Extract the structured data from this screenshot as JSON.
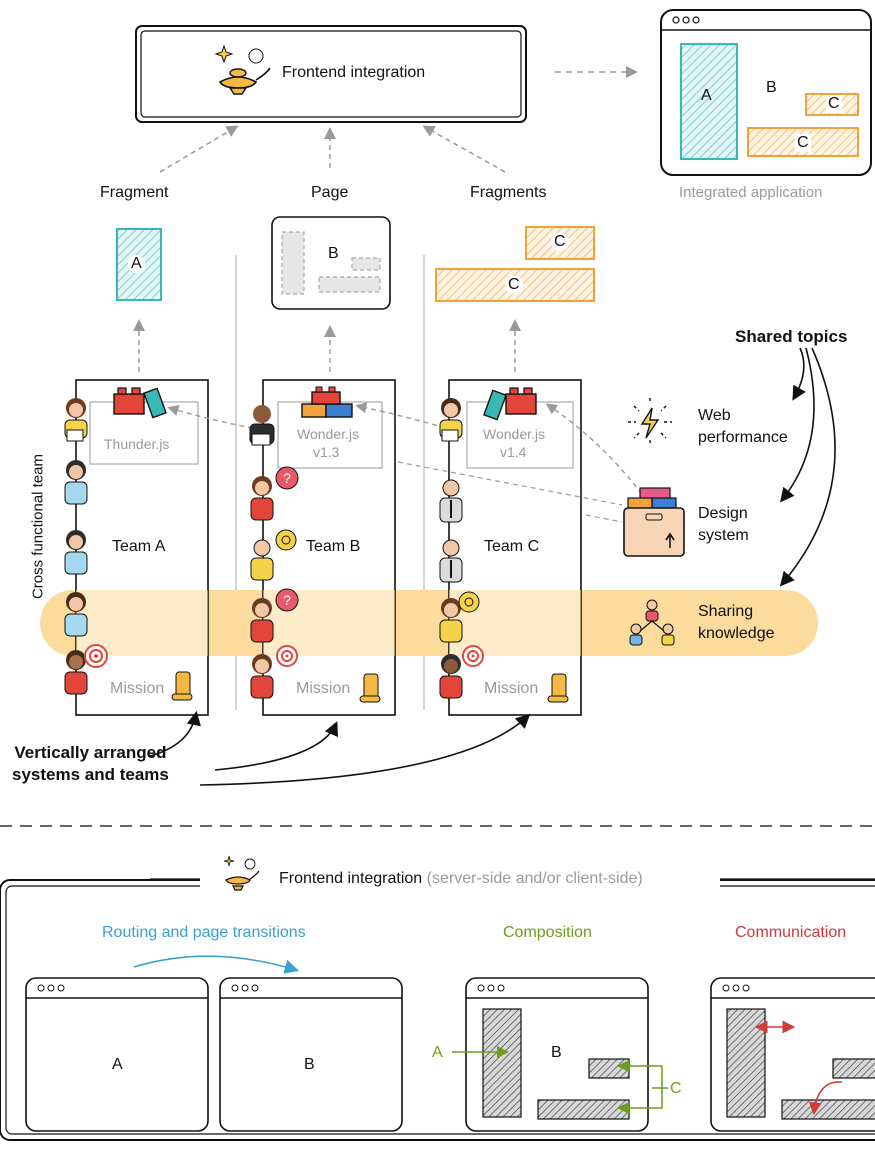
{
  "top": {
    "integration_title": "Frontend integration",
    "labels": [
      "Fragment",
      "Page",
      "Fragments"
    ],
    "integrated_app_label": "Integrated application",
    "app_blocks": {
      "a": "A",
      "b": "B",
      "c1": "C",
      "c2": "C"
    },
    "dots": "○○○"
  },
  "fragments": {
    "a": "A",
    "b": "B",
    "c1": "C",
    "c2": "C"
  },
  "teams": [
    {
      "name": "Team A",
      "tech": "Thunder.js",
      "version": "",
      "mission": "Mission"
    },
    {
      "name": "Team B",
      "tech": "Wonder.js",
      "version": "v1.3",
      "mission": "Mission"
    },
    {
      "name": "Team C",
      "tech": "Wonder.js",
      "version": "v1.4",
      "mission": "Mission"
    }
  ],
  "side": {
    "cross_functional": "Cross functional team",
    "shared_topics": "Shared topics",
    "web_performance": [
      "Web",
      "performance"
    ],
    "design_system": [
      "Design",
      "system"
    ],
    "sharing_knowledge": [
      "Sharing",
      "knowledge"
    ],
    "vertical_note": [
      "Vertically arranged",
      "systems and teams"
    ]
  },
  "bottom": {
    "title": "Frontend integration",
    "subtitle": "(server-side and/or client-side)",
    "routing": "Routing and page transitions",
    "composition": "Composition",
    "communication": "Communication",
    "page_a": "A",
    "page_b": "B",
    "comp_a": "A",
    "comp_b": "B",
    "comp_c": "C",
    "colors": {
      "routing": "#3a9fd2",
      "composition": "#6f9e1d",
      "communication": "#d23a3a",
      "band": "#fbdc9d",
      "teal": "#39b8b8",
      "orange": "#f2a23a"
    }
  }
}
